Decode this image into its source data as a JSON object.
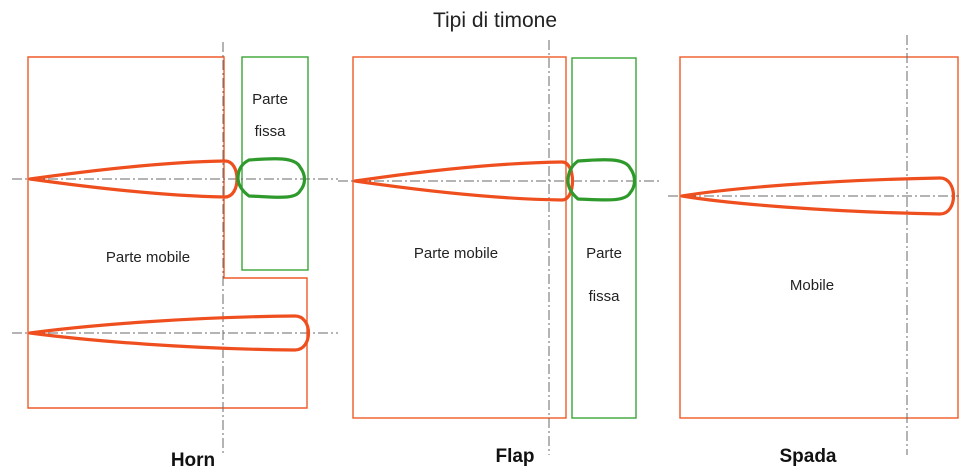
{
  "title": "Tipi di timone",
  "diagrams": [
    {
      "caption": "Horn",
      "labels": {
        "mobile": "Parte mobile",
        "fixed_line1": "Parte",
        "fixed_line2": "fissa"
      }
    },
    {
      "caption": "Flap",
      "labels": {
        "mobile": "Parte mobile",
        "fixed_line1": "Parte",
        "fixed_line2": "fissa"
      }
    },
    {
      "caption": "Spada",
      "labels": {
        "mobile": "Mobile"
      }
    }
  ],
  "colors": {
    "movable": "#ef5a28",
    "fixed": "#3aa535",
    "axis": "#6a6a6a"
  }
}
